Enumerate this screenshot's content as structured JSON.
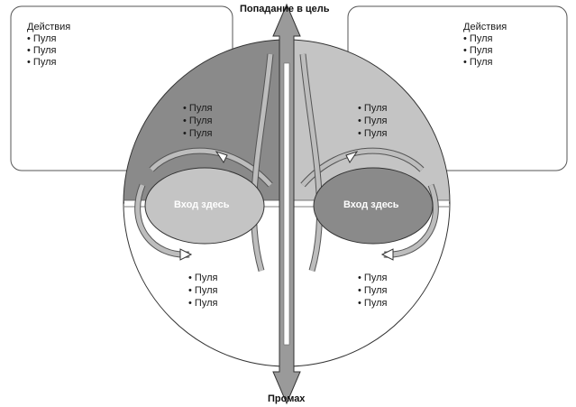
{
  "axis": {
    "top_label": "Попадание в цель",
    "bottom_label": "Промах"
  },
  "boxes": {
    "left": {
      "title": "Действия",
      "items": [
        "Пуля",
        "Пуля",
        "Пуля"
      ]
    },
    "right": {
      "title": "Действия",
      "items": [
        "Пуля",
        "Пуля",
        "Пуля"
      ]
    }
  },
  "quadrants": {
    "top_left": [
      "Пуля",
      "Пуля",
      "Пуля"
    ],
    "top_right": [
      "Пуля",
      "Пуля",
      "Пуля"
    ],
    "bottom_left": [
      "Пуля",
      "Пуля",
      "Пуля"
    ],
    "bottom_right": [
      "Пуля",
      "Пуля",
      "Пуля"
    ]
  },
  "entries": {
    "left": "Вход здесь",
    "right": "Вход здесь"
  },
  "colors": {
    "top_left_fill": "#8a8a8a",
    "top_right_fill": "#c4c4c4",
    "bottom_fill": "#ffffff",
    "left_ellipse": "#c4c4c4",
    "right_ellipse": "#8a8a8a",
    "arrow_fill": "#9a9a9a",
    "outline": "#333333"
  }
}
